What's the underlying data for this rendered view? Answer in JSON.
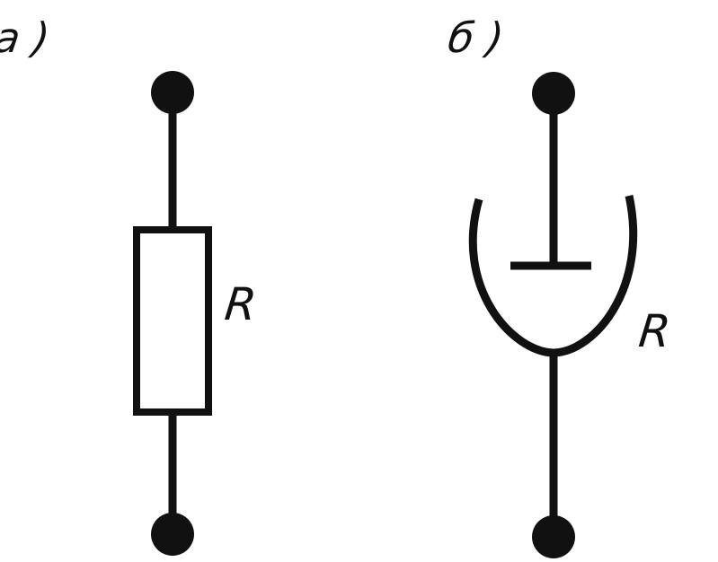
{
  "panels": {
    "a": {
      "label": "а )",
      "component_label": "R"
    },
    "b": {
      "label": "б )",
      "component_label": "R"
    }
  },
  "colors": {
    "stroke": "#111111",
    "background": "#ffffff"
  }
}
